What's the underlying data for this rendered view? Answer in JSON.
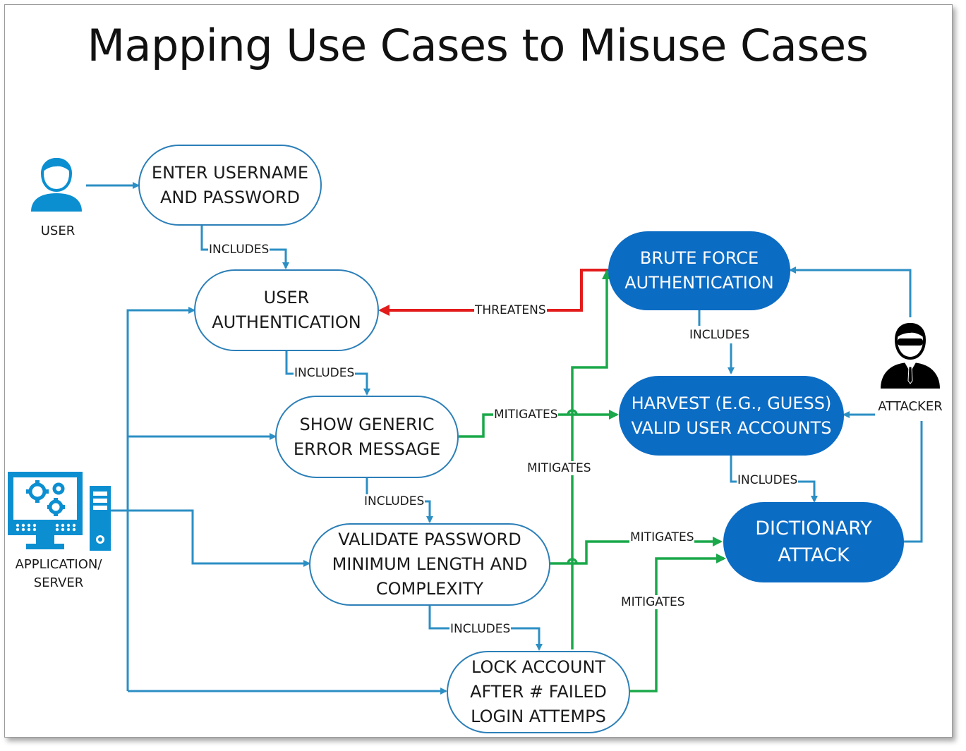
{
  "title": "Mapping Use Cases to Misuse Cases",
  "actors": {
    "user": "USER",
    "application": "APPLICATION/\nSERVER",
    "attacker": "ATTACKER"
  },
  "use_cases": {
    "enter_credentials": "ENTER USERNAME\nAND PASSWORD",
    "user_authentication": "USER\nAUTHENTICATION",
    "show_generic_error": "SHOW GENERIC\nERROR MESSAGE",
    "validate_password": "VALIDATE PASSWORD\nMINIMUM LENGTH AND\nCOMPLEXITY",
    "lock_account": "LOCK ACCOUNT\nAFTER # FAILED\nLOGIN ATTEMPS"
  },
  "misuse_cases": {
    "brute_force": "BRUTE FORCE\nAUTHENTICATION",
    "harvest": "HARVEST (E.G., GUESS)\nVALID USER ACCOUNTS",
    "dictionary": "DICTIONARY\nATTACK"
  },
  "relations": {
    "includes": "INCLUDES",
    "threatens": "THREATENS",
    "mitigates": "MITIGATES"
  },
  "colors": {
    "association": "#2c8fc4",
    "threatens": "#e31b1b",
    "mitigates": "#1aa84a",
    "misuse_fill": "#0b6cc4"
  }
}
